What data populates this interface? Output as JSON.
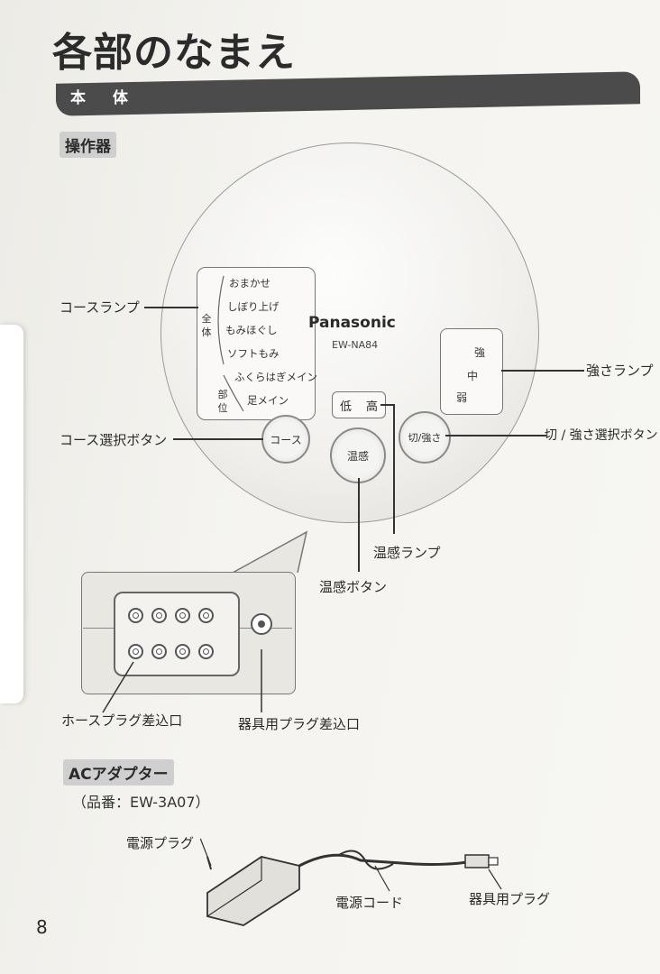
{
  "heading": "各部のなまえ",
  "section_bar": "本 体",
  "controller_heading": "操作器",
  "device": {
    "brand": "Panasonic",
    "model": "EW-NA84",
    "course_items": [
      "おまかせ",
      "しぼり上げ",
      "もみほぐし",
      "ソフトもみ",
      "ふくらはぎメイン",
      "足メイン"
    ],
    "zentai_label": "全体",
    "bui_label": "部位",
    "course_button": "コース",
    "heat_button": "温感",
    "power_button": "切/強さ",
    "heat_low": "低",
    "heat_high": "高",
    "strength_levels": [
      "強",
      "中",
      "弱"
    ]
  },
  "callouts": {
    "course_lamp": "コースランプ",
    "course_select_button": "コース選択ボタン",
    "strength_lamp": "強さランプ",
    "power_strength_button": "切 / 強さ選択ボタン",
    "heat_lamp": "温感ランプ",
    "heat_button": "温感ボタン",
    "hose_plug_inlet": "ホースプラグ差込口",
    "device_plug_inlet": "器具用プラグ差込口"
  },
  "ac_adapter": {
    "heading": "ACアダプター",
    "part_number": "（品番：EW-3A07）",
    "power_plug": "電源プラグ",
    "power_cord": "電源コード",
    "device_plug": "器具用プラグ"
  },
  "page_number": "8"
}
